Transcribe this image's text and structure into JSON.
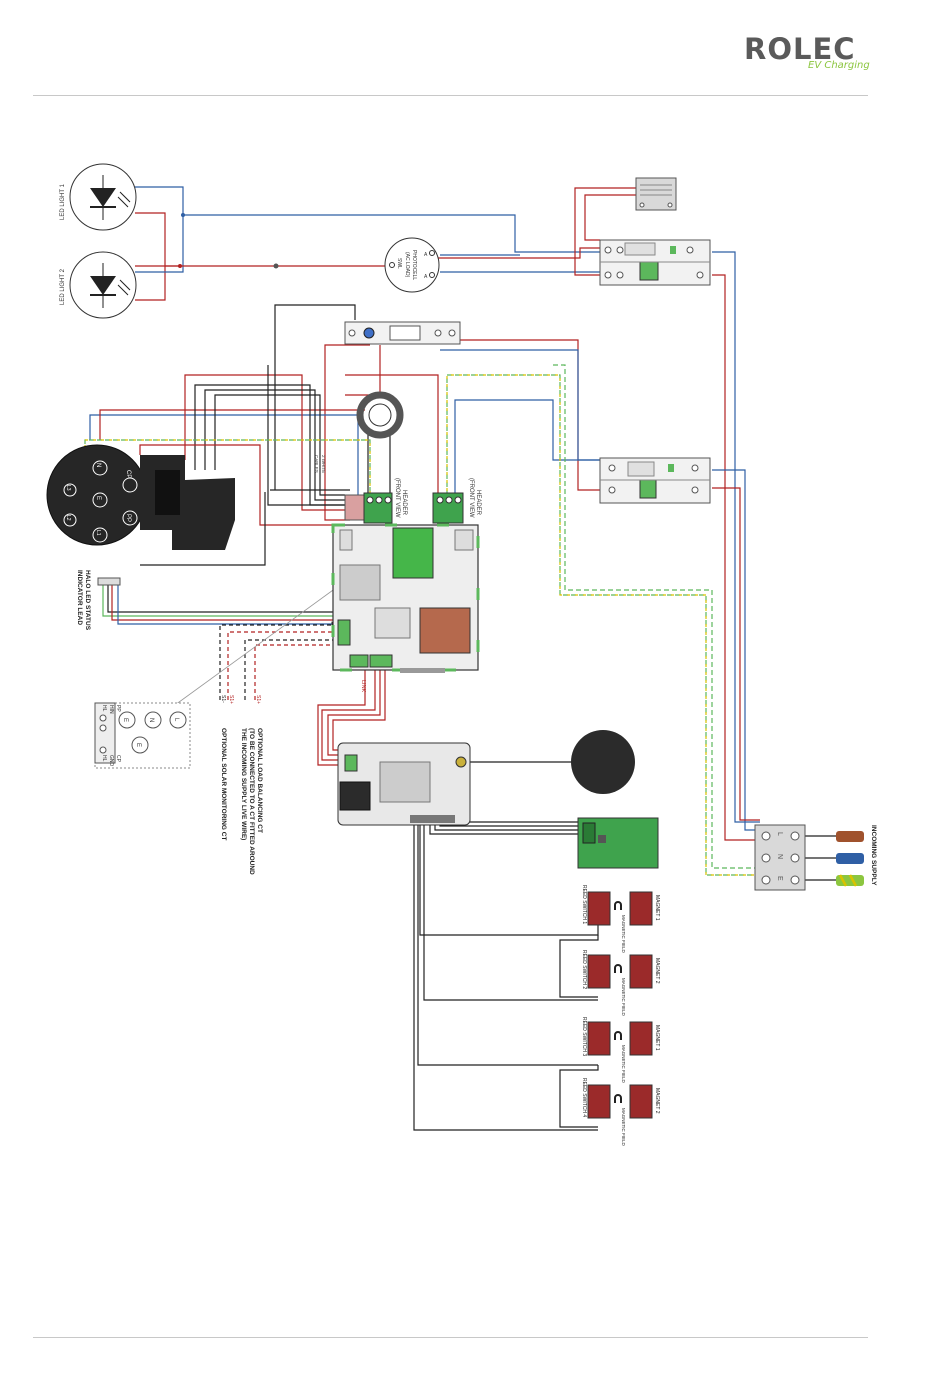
{
  "brand": {
    "name": "ROLEC",
    "tagline": "EV Charging"
  },
  "labels": {
    "led1": "LED LIGHT 1",
    "led2": "LED LIGHT 2",
    "photocell": "PHOTOCELL",
    "photocell2": "(AC LOAD)",
    "photocell3": "SWL",
    "pc_a": "A",
    "pc_b": "A",
    "pc_l": "L",
    "white_cables_1": "2 WHITE",
    "white_cables_2": "CABLES",
    "header1_1": "HEADER",
    "header1_2": "(FRONT VIEW",
    "header2_1": "HEADER",
    "header2_2": "(FRONT VIEW",
    "halo_1": "HALO LED STATUS",
    "halo_2": "INDICATOR LEAD",
    "socket_cp": "CP",
    "socket_n": "N",
    "socket_l3": "L3",
    "socket_e": "E",
    "socket_pp": "PP",
    "socket_l2": "L2",
    "socket_l1": "L1",
    "term_top": [
      "PP",
      "HIN",
      "HL"
    ],
    "term_bottom": [
      "CP",
      "GND",
      "HL"
    ],
    "term_circles": [
      "L",
      "N",
      "E",
      "E"
    ],
    "ct_1": "OPTIONAL LOAD BALANCING CT",
    "ct_2": "(TO BE CONNECTED TO A CT FITTED AROUND",
    "ct_3": "THE INCOMING SUPPLY LIVE WIRE)",
    "ct_4": "OPTIONAL SOLAR MONITORING CT",
    "ct_s1": "S1-",
    "ct_s2": "S1+",
    "ct_s3": "S1+",
    "link": "LINK",
    "incoming_supply": "INCOMING SUPPLY",
    "supply_terms": [
      "L",
      "N",
      "E"
    ],
    "reed1": "REED SWITCH 1",
    "reed2": "REED SWITCH 2",
    "reed3": "REED SWITCH 3",
    "reed4": "REED SWITCH 4",
    "magnet1": "MAGNET 1",
    "magnet2": "MAGNET 2",
    "magnet3": "MAGNET 1",
    "magnet4": "MAGNET 2",
    "field": "MAGNETIC FIELD"
  },
  "colors": {
    "brand_green": "#8cc63f",
    "brand_grey": "#5a5a5a",
    "wire_blue": "#2f5fa5",
    "wire_red": "#b22222",
    "wire_green": "#5cb85c",
    "wire_yellow": "#d9c200",
    "wire_black": "#222222",
    "board_green": "#4caf50",
    "reed_red": "#9b2a2a"
  }
}
